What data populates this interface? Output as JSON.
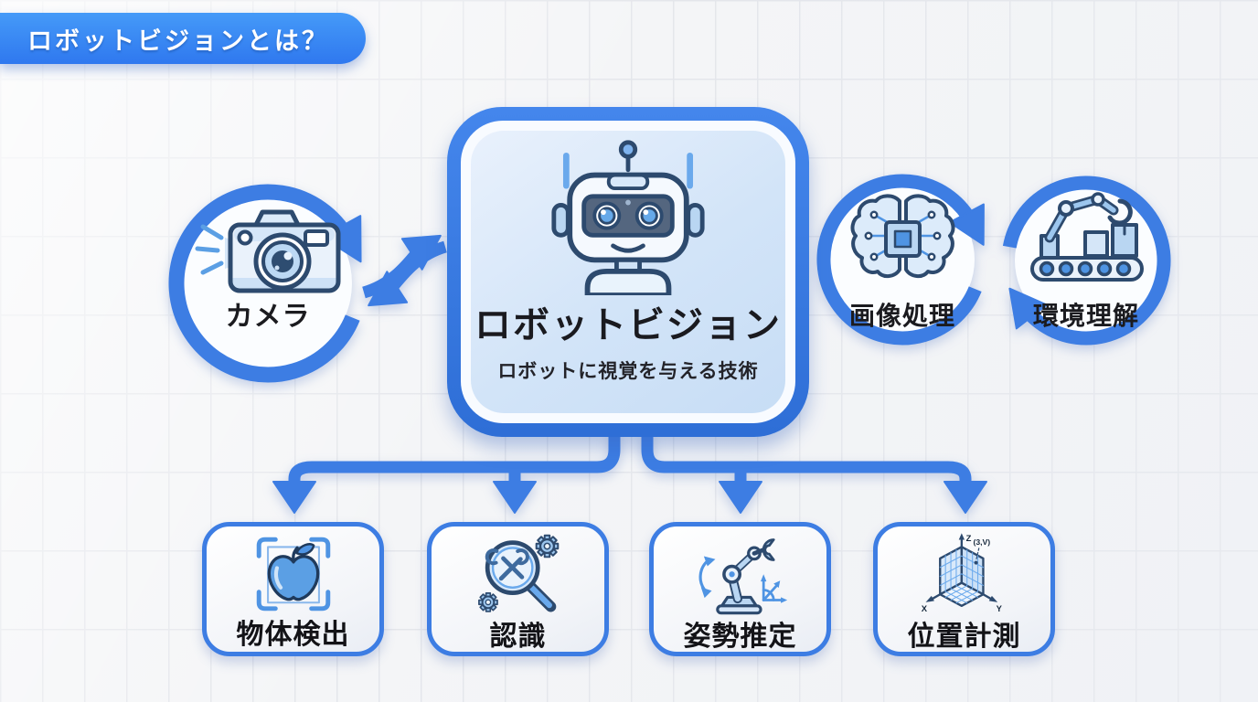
{
  "badge": {
    "label": "ロボットビジョンとは？"
  },
  "center_node": {
    "title": "ロボットビジョン",
    "subtitle": "ロボットに視覚を与える技術",
    "icon": "robot-face-icon"
  },
  "camera_node": {
    "label": "カメラ",
    "icon": "camera-icon"
  },
  "right_nodes": [
    {
      "label": "画像処理",
      "icon": "ai-brain-chip-icon"
    },
    {
      "label": "環境理解",
      "icon": "robot-arm-conveyor-icon"
    }
  ],
  "bottom_nodes": [
    {
      "label": "物体検出",
      "icon": "apple-detection-frame-icon"
    },
    {
      "label": "認識",
      "icon": "magnifier-tools-icon"
    },
    {
      "label": "姿勢推定",
      "icon": "robot-arm-axes-icon"
    },
    {
      "label": "位置計測",
      "icon": "coordinate-grid-3d-icon"
    }
  ],
  "coordinate_icon": {
    "annotation": "(3,V)",
    "x_label": "X",
    "y_label": "Y",
    "z_label": "Z"
  },
  "colors": {
    "connector_blue": "#3d7de3",
    "badge_blue": "#3b82f6",
    "panel_fill_blue": "#cfe2f7",
    "icon_outline_navy": "#2d4a6e",
    "icon_fill_blue": "#5b9fe4",
    "text_dark": "#1b1b1f",
    "background": "#f4f5f7"
  }
}
